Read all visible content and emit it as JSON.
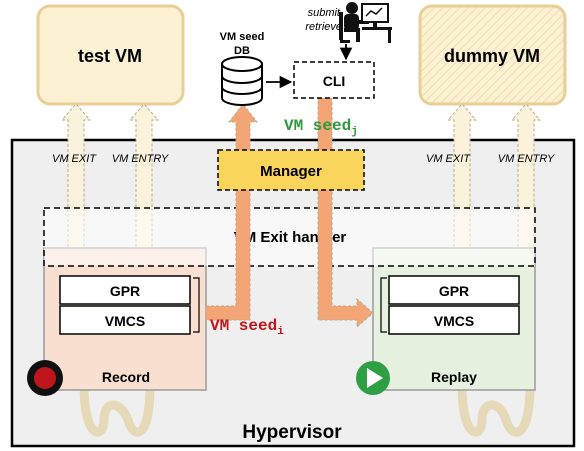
{
  "vms": {
    "test_vm": "test VM",
    "dummy_vm": "dummy VM"
  },
  "db": {
    "label_line1": "VM seed",
    "label_line2": "DB"
  },
  "cli": {
    "label": "CLI",
    "action_submit": "submit",
    "action_retrieve": "retrieve"
  },
  "seeds": {
    "seed_j": {
      "text": "VM seed",
      "subscript": "j",
      "color": "#2e9a3c"
    },
    "seed_i": {
      "text": "VM seed",
      "subscript": "i",
      "color": "#c0161b"
    }
  },
  "hypervisor": {
    "label": "Hypervisor",
    "manager": "Manager",
    "exit_handler": "VM Exit handler",
    "vm_exit_left": "VM EXIT",
    "vm_entry_left": "VM ENTRY",
    "vm_exit_right": "VM EXIT",
    "vm_entry_right": "VM ENTRY"
  },
  "record": {
    "label": "Record",
    "gpr": "GPR",
    "vmcs": "VMCS"
  },
  "replay": {
    "label": "Replay",
    "gpr": "GPR",
    "vmcs": "VMCS"
  },
  "colors": {
    "vm_fill": "#fdf1d4",
    "vm_stroke": "#e8cf95",
    "hypervisor_fill": "#efefef",
    "manager_fill": "#f9d55b",
    "record_fill": "#f9dfd0",
    "replay_fill": "#e6f2df",
    "orange_arrow": "#f4a576",
    "record_icon": "#c0161b",
    "replay_icon": "#2ea043"
  }
}
